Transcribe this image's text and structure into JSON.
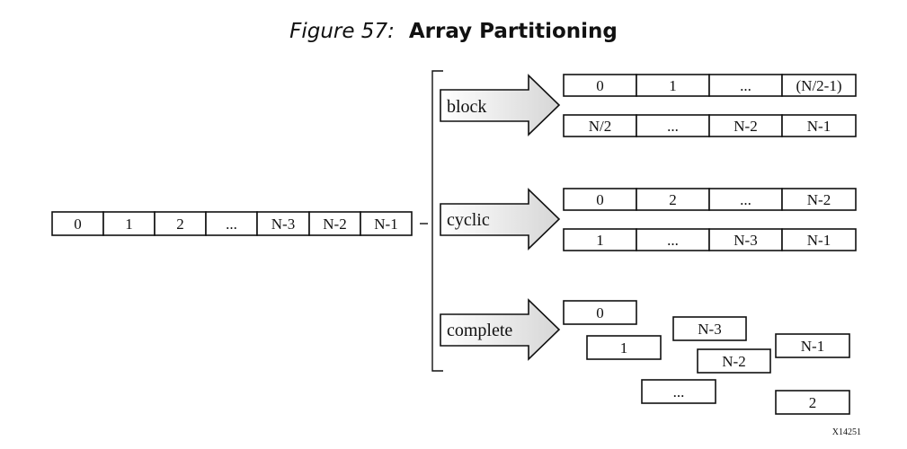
{
  "figure": {
    "number": "Figure 57:",
    "title": "Array Partitioning"
  },
  "source_array": [
    "0",
    "1",
    "2",
    "...",
    "N-3",
    "N-2",
    "N-1"
  ],
  "partitions": [
    {
      "label": "block",
      "rows": [
        [
          "0",
          "1",
          "...",
          "(N/2-1)"
        ],
        [
          "N/2",
          "...",
          "N-2",
          "N-1"
        ]
      ]
    },
    {
      "label": "cyclic",
      "rows": [
        [
          "0",
          "2",
          "...",
          "N-2"
        ],
        [
          "1",
          "...",
          "N-3",
          "N-1"
        ]
      ]
    },
    {
      "label": "complete",
      "cells": [
        "0",
        "1",
        "N-3",
        "N-2",
        "...",
        "N-1",
        "2"
      ]
    }
  ],
  "image_code": "X14251",
  "colors": {
    "arrow_fill_start": "#ffffff",
    "arrow_fill_end": "#d6d6d6",
    "stroke": "#111111"
  }
}
